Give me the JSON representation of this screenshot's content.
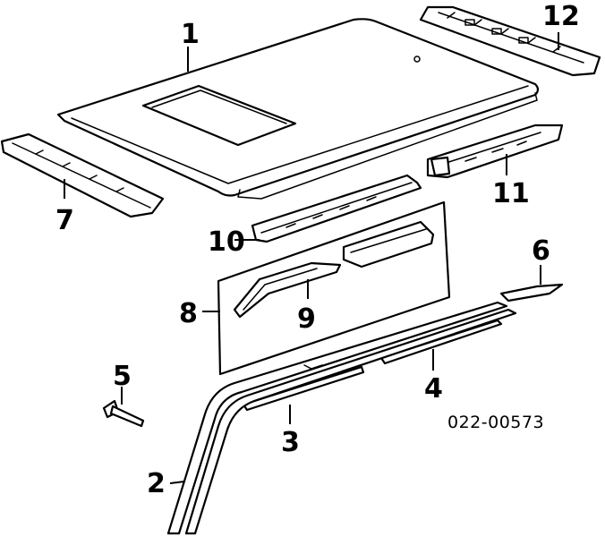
{
  "diagram": {
    "reference_code": "022-00573",
    "callouts": [
      "1",
      "2",
      "3",
      "4",
      "5",
      "6",
      "7",
      "8",
      "9",
      "10",
      "11",
      "12"
    ]
  }
}
